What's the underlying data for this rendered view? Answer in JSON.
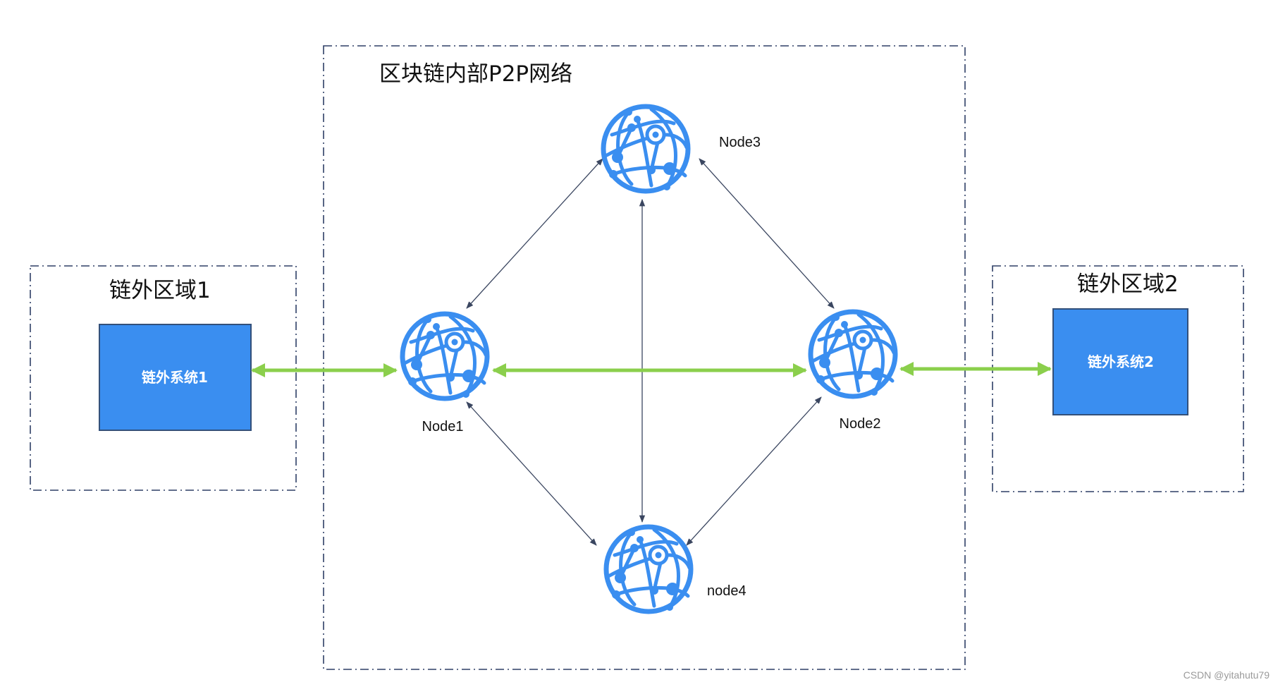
{
  "regions": {
    "p2p_network": {
      "title": "区块链内部P2P网络"
    },
    "offchain_zone_1": {
      "title": "链外区域1"
    },
    "offchain_zone_2": {
      "title": "链外区域2"
    }
  },
  "systems": {
    "offchain_system_1": {
      "label": "链外系统1"
    },
    "offchain_system_2": {
      "label": "链外系统2"
    }
  },
  "nodes": {
    "node1": {
      "label": "Node1"
    },
    "node2": {
      "label": "Node2"
    },
    "node3": {
      "label": "Node3"
    },
    "node4": {
      "label": "node4"
    }
  },
  "connections": [
    {
      "from": "offchain_system_1",
      "to": "node1",
      "style": "bidirectional-thick"
    },
    {
      "from": "node1",
      "to": "node2",
      "style": "bidirectional-thick"
    },
    {
      "from": "node2",
      "to": "offchain_system_2",
      "style": "bidirectional-thick"
    },
    {
      "from": "node1",
      "to": "node3",
      "style": "bidirectional-thin"
    },
    {
      "from": "node3",
      "to": "node2",
      "style": "bidirectional-thin"
    },
    {
      "from": "node1",
      "to": "node4",
      "style": "bidirectional-thin"
    },
    {
      "from": "node4",
      "to": "node2",
      "style": "bidirectional-thin"
    },
    {
      "from": "node3",
      "to": "node4",
      "style": "bidirectional-thin"
    }
  ],
  "colors": {
    "region_border": "#2e3f66",
    "system_fill": "#3a8ef0",
    "system_border": "#33507a",
    "globe_icon": "#3a8ef0",
    "thick_link": "#8bcf4c",
    "thin_link": "#3a4660"
  },
  "icons": {
    "node_icon": "network-globe-icon"
  },
  "watermark": "CSDN @yitahutu79"
}
